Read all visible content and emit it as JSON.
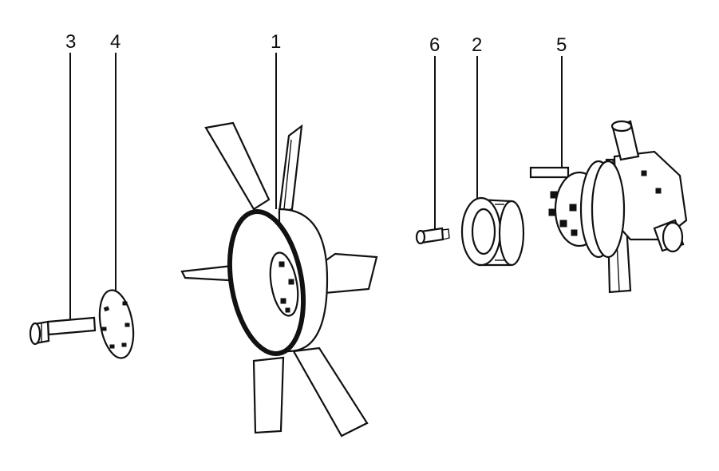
{
  "labels": {
    "part_1": "1",
    "part_2": "2",
    "part_3": "3",
    "part_4": "4",
    "part_5": "5",
    "part_6": "6"
  }
}
